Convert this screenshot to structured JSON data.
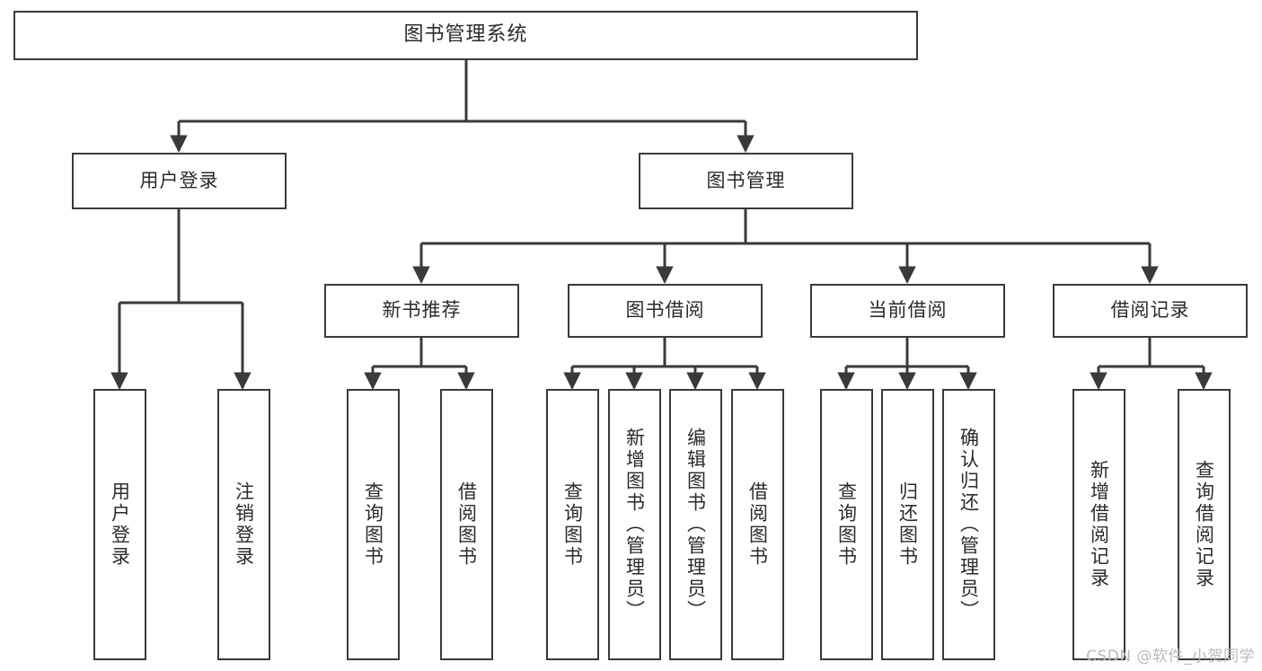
{
  "diagram": {
    "title": "图书管理系统",
    "watermark": "CSDN @软件_小贺同学",
    "stroke_color": "#3a3a3a",
    "text_color": "#2b2b2b",
    "background_color": "#ffffff",
    "watermark_color": "#b9b9b9"
  },
  "nodes": {
    "root": {
      "label": "图书管理系统"
    },
    "level1": [
      {
        "label": "用户登录"
      },
      {
        "label": "图书管理"
      }
    ],
    "level2": [
      {
        "label": "新书推荐"
      },
      {
        "label": "图书借阅"
      },
      {
        "label": "当前借阅"
      },
      {
        "label": "借阅记录"
      }
    ],
    "leaves": {
      "user_login": [
        {
          "label": "用户登录"
        },
        {
          "label": "注销登录"
        }
      ],
      "new_book_recommend": [
        {
          "label": "查询图书"
        },
        {
          "label": "借阅图书"
        }
      ],
      "book_borrow": [
        {
          "label": "查询图书"
        },
        {
          "label": "新增图书（管理员）"
        },
        {
          "label": "编辑图书（管理员）"
        },
        {
          "label": "借阅图书"
        }
      ],
      "current_borrow": [
        {
          "label": "查询图书"
        },
        {
          "label": "归还图书"
        },
        {
          "label": "确认归还（管理员）"
        }
      ],
      "borrow_record": [
        {
          "label": "新增借阅记录"
        },
        {
          "label": "查询借阅记录"
        }
      ]
    }
  }
}
